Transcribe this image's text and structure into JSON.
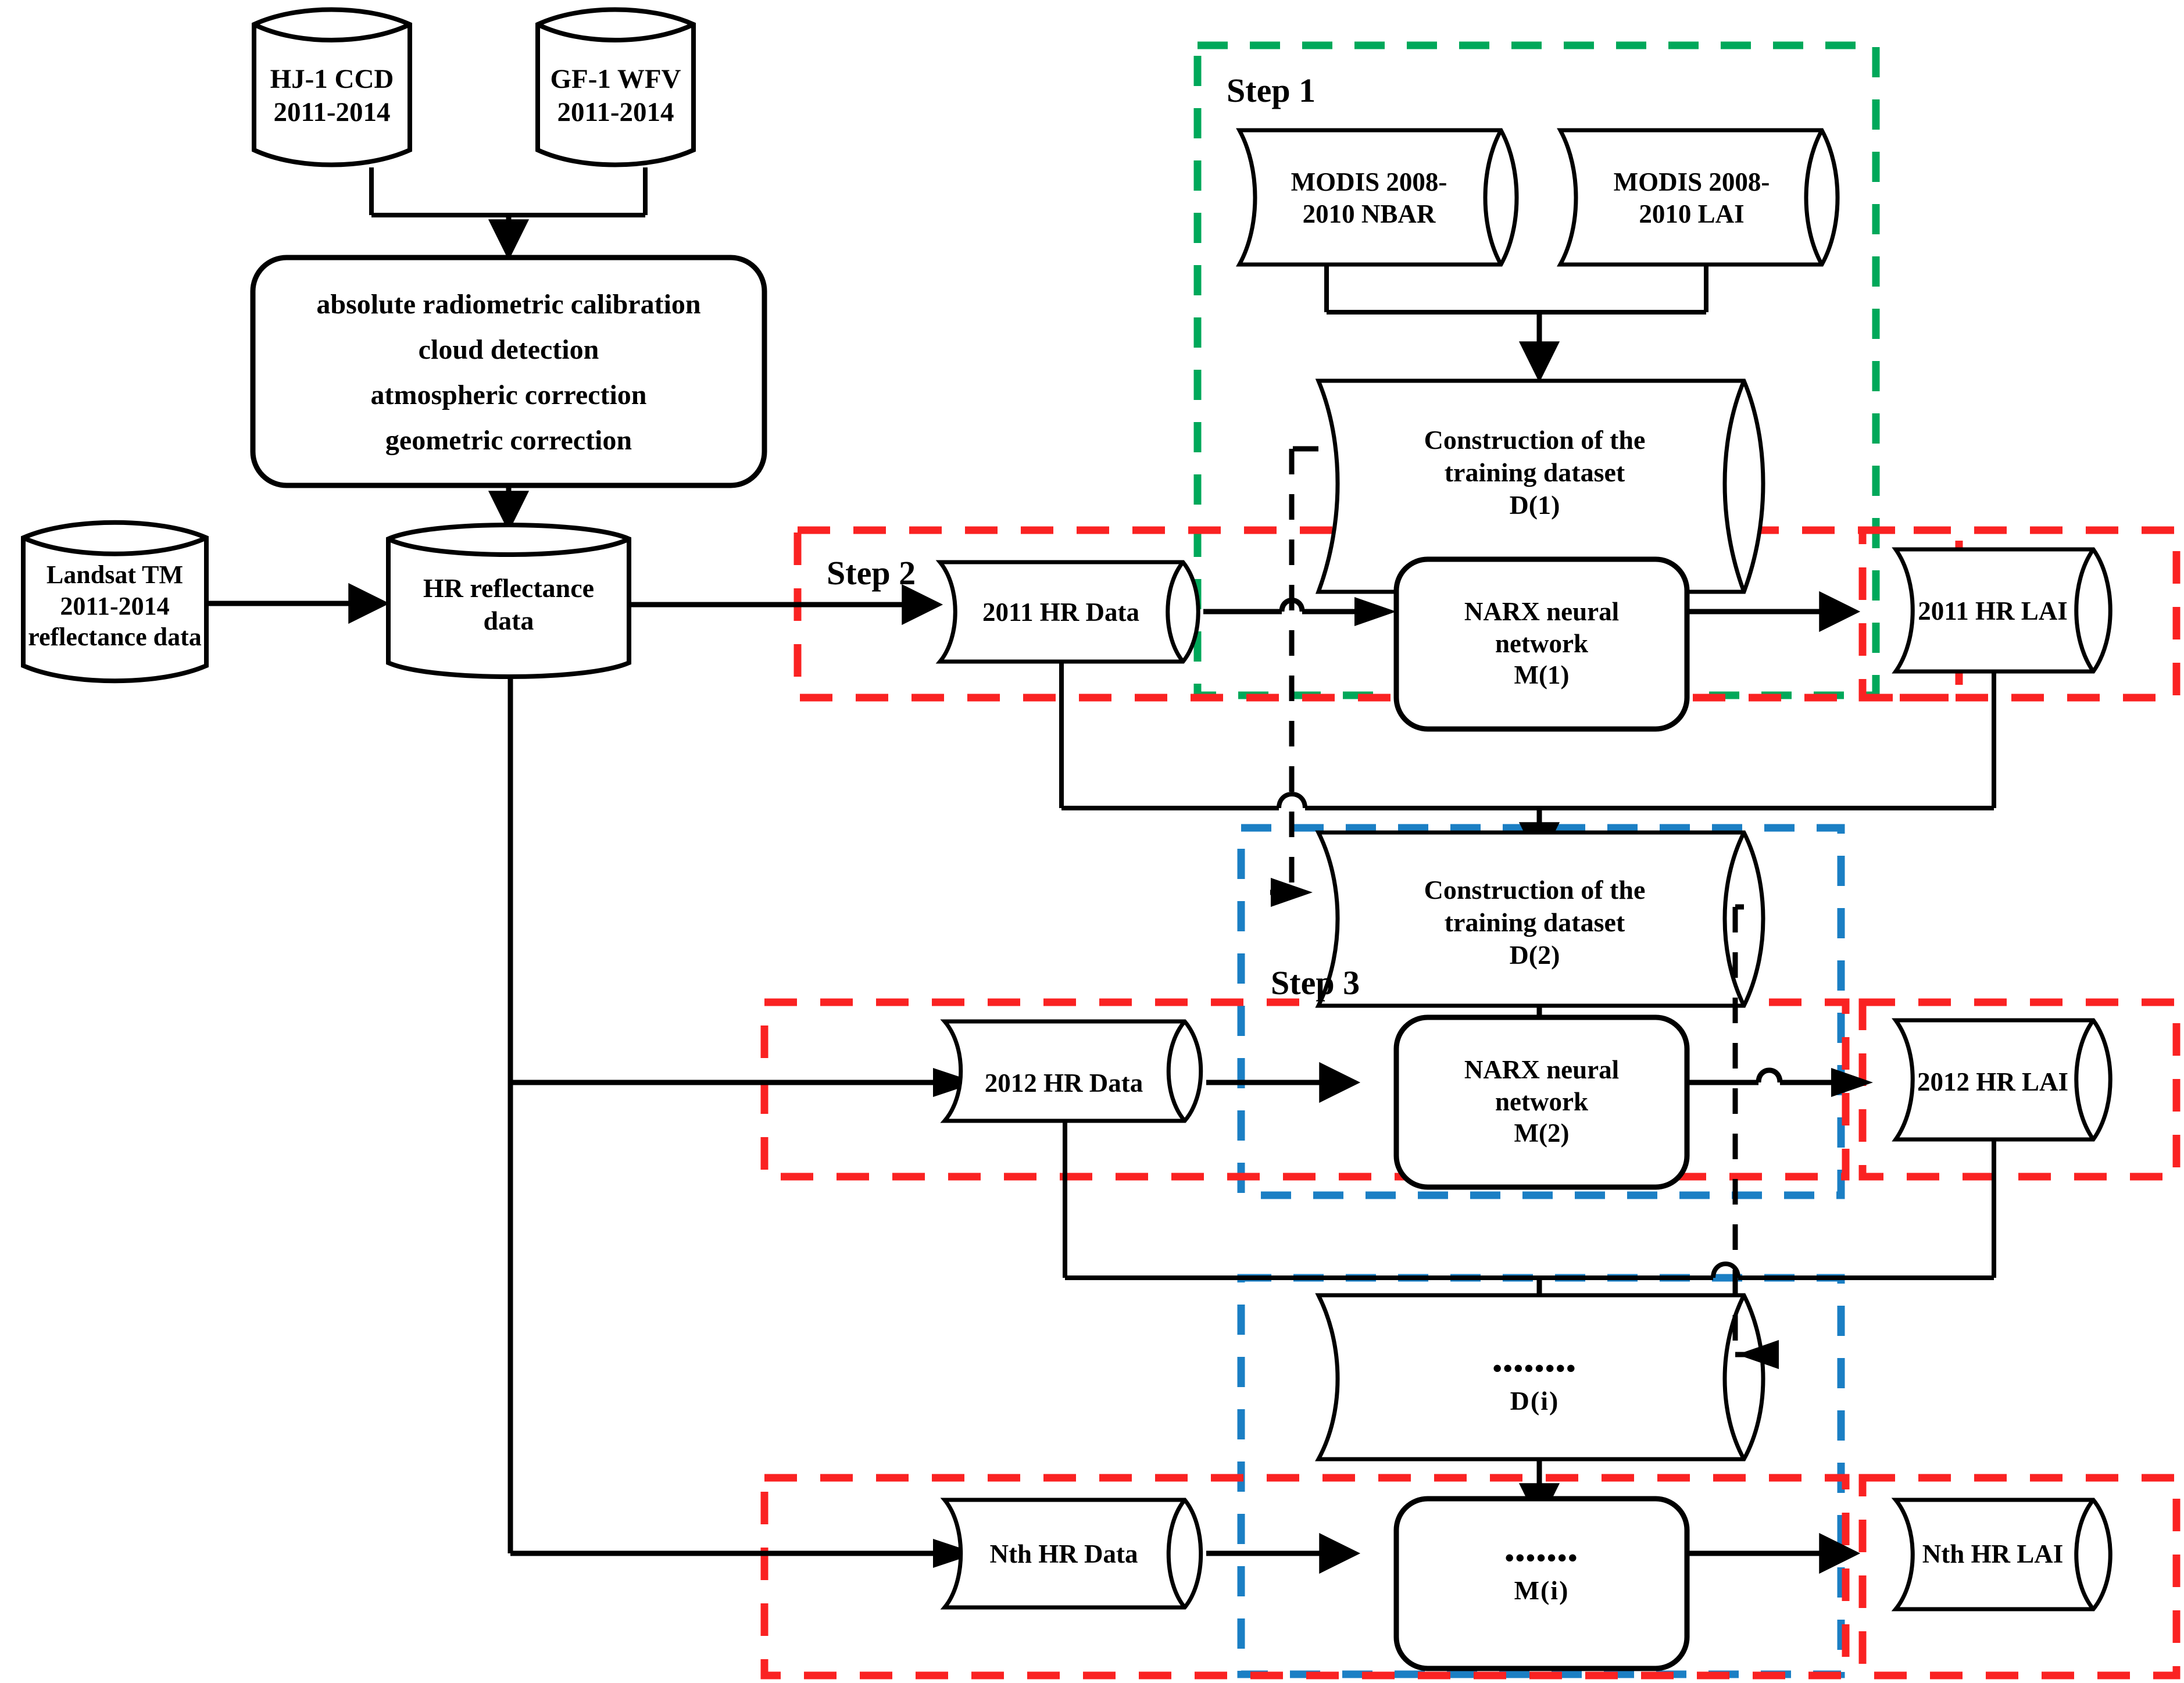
{
  "colors": {
    "stroke": "#000000",
    "step1_border": "#00A85A",
    "step2_border": "#FA2222",
    "step3_border": "#1B7FC4",
    "background": "#FFFFFF"
  },
  "sources": {
    "hj1": "HJ-1 CCD\n2011-2014",
    "gf1": "GF-1 WFV\n2011-2014",
    "landsat": "Landsat TM\n2011-2014\nreflectance data"
  },
  "preprocess": {
    "line1": "absolute radiometric calibration",
    "line2": "cloud detection",
    "line3": "atmospheric correction",
    "line4": "geometric correction"
  },
  "hr_reflectance": "HR reflectance\ndata",
  "steps": {
    "step1_label": "Step 1",
    "step2_label": "Step 2",
    "step3_label": "Step 3"
  },
  "modis": {
    "nbar": "MODIS 2008-\n2010 NBAR",
    "lai": "MODIS 2008-\n2010 LAI"
  },
  "rows": [
    {
      "dataset": "Construction of the\ntraining dataset\nD(1)",
      "hr_data": "2011 HR Data",
      "model": "NARX neural\nnetwork\nM(1)",
      "hr_lai": "2011 HR LAI"
    },
    {
      "dataset": "Construction of the\ntraining dataset\nD(2)",
      "hr_data": "2012 HR Data",
      "model": "NARX neural\nnetwork\nM(2)",
      "hr_lai": "2012 HR LAI"
    },
    {
      "dataset": "••••••••\nD(i)",
      "hr_data": "Nth HR Data",
      "model": "•••••••\nM(i)",
      "hr_lai": "Nth HR LAI"
    }
  ]
}
